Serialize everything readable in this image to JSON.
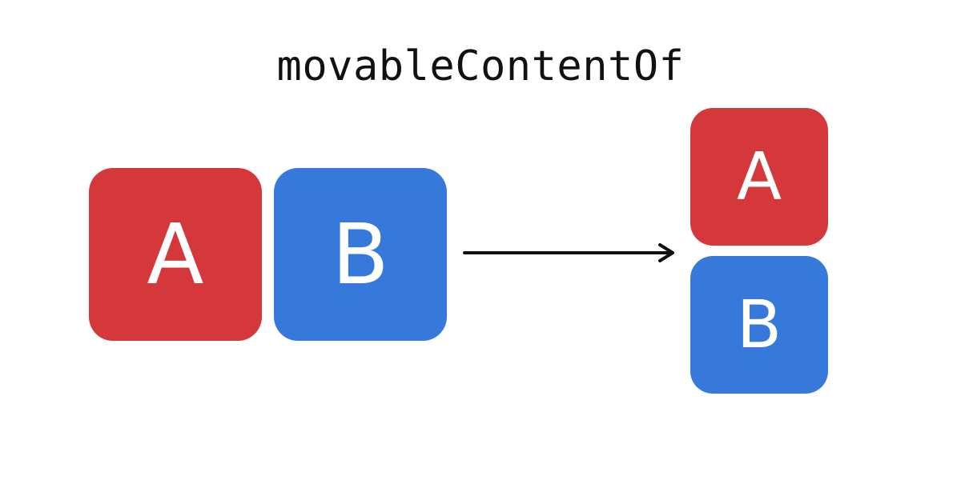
{
  "title": "movableContentOf",
  "before": {
    "box_a": {
      "label": "A",
      "color": "#d5383a"
    },
    "box_b": {
      "label": "B",
      "color": "#3778db"
    }
  },
  "after": {
    "box_a": {
      "label": "A",
      "color": "#d5383a"
    },
    "box_b": {
      "label": "B",
      "color": "#3778db"
    }
  },
  "arrow": {
    "icon": "arrow-right-icon",
    "color": "#111111"
  }
}
